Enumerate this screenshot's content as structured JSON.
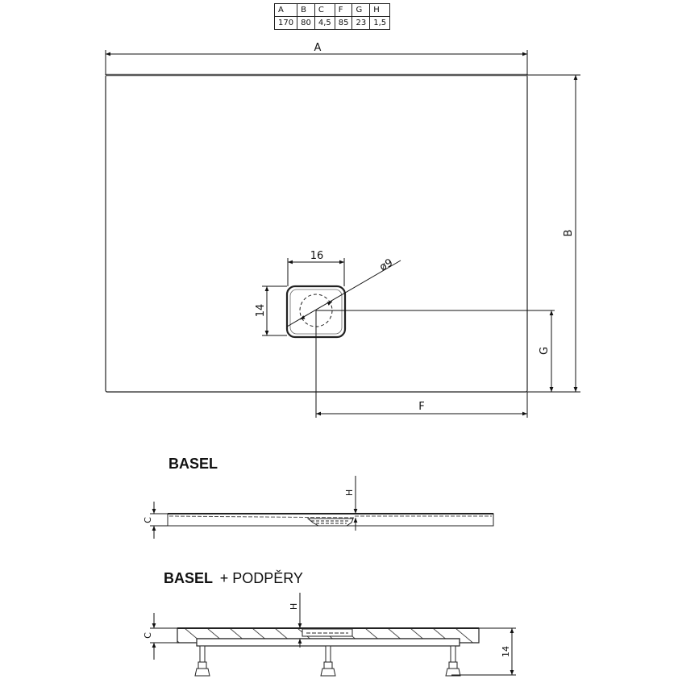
{
  "dimension_table": {
    "headers": [
      "A",
      "B",
      "C",
      "F",
      "G",
      "H"
    ],
    "values": [
      "170",
      "80",
      "4,5",
      "85",
      "23",
      "1,5"
    ]
  },
  "plan_view": {
    "labels": {
      "A": "A",
      "B": "B",
      "F": "F",
      "G": "G",
      "drain_width": "16",
      "drain_height": "14",
      "drain_diameter": "ø9"
    }
  },
  "section_basel": {
    "title": "BASEL",
    "labels": {
      "C": "C",
      "H": "H"
    }
  },
  "section_basel_supports": {
    "title_bold": "BASEL",
    "title_rest": "+ PODPĚRY",
    "labels": {
      "C": "C",
      "H": "H",
      "height": "14"
    }
  }
}
